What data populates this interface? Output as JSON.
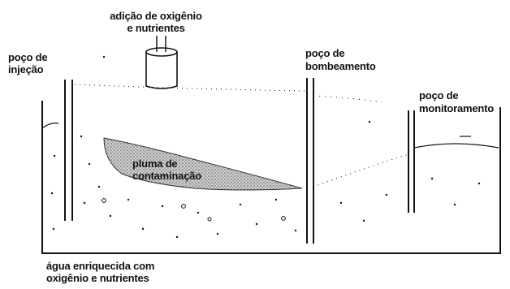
{
  "labels": {
    "supply_line1": "adição de oxigênio",
    "supply_line2": "e nutrientes",
    "injection_line1": "poço de",
    "injection_line2": "injeção",
    "pumping_line1": "poço de",
    "pumping_line2": "bombeamento",
    "monitoring_line1": "poço de",
    "monitoring_line2": "monitoramento",
    "plume_line1": "pluma de",
    "plume_line2": "contaminação",
    "water_line1": "água enriquecida com",
    "water_line2": "oxigênio e nutrientes"
  },
  "colors": {
    "ink": "#111111",
    "plume_fill": "#b8b8b8",
    "background": "#ffffff"
  }
}
